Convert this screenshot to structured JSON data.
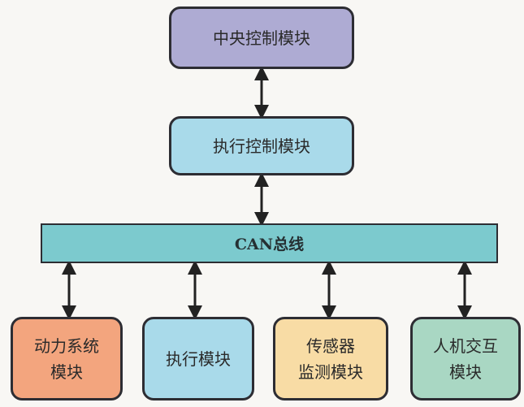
{
  "diagram": {
    "central": "中央控制模块",
    "exec_control": "执行控制模块",
    "bus": "CAN总线",
    "modules": [
      {
        "label": "动力系统\n模块",
        "color": "#f3a57e"
      },
      {
        "label": "执行模块",
        "color": "#a9daea"
      },
      {
        "label": "传感器\n监测模块",
        "color": "#f8dca5"
      },
      {
        "label": "人机交互\n模块",
        "color": "#a9d7c3"
      }
    ],
    "colors": {
      "central": "#aeabd3",
      "exec_control": "#a9daea",
      "bus": "#7ccace",
      "border": "#2d2d33"
    }
  }
}
